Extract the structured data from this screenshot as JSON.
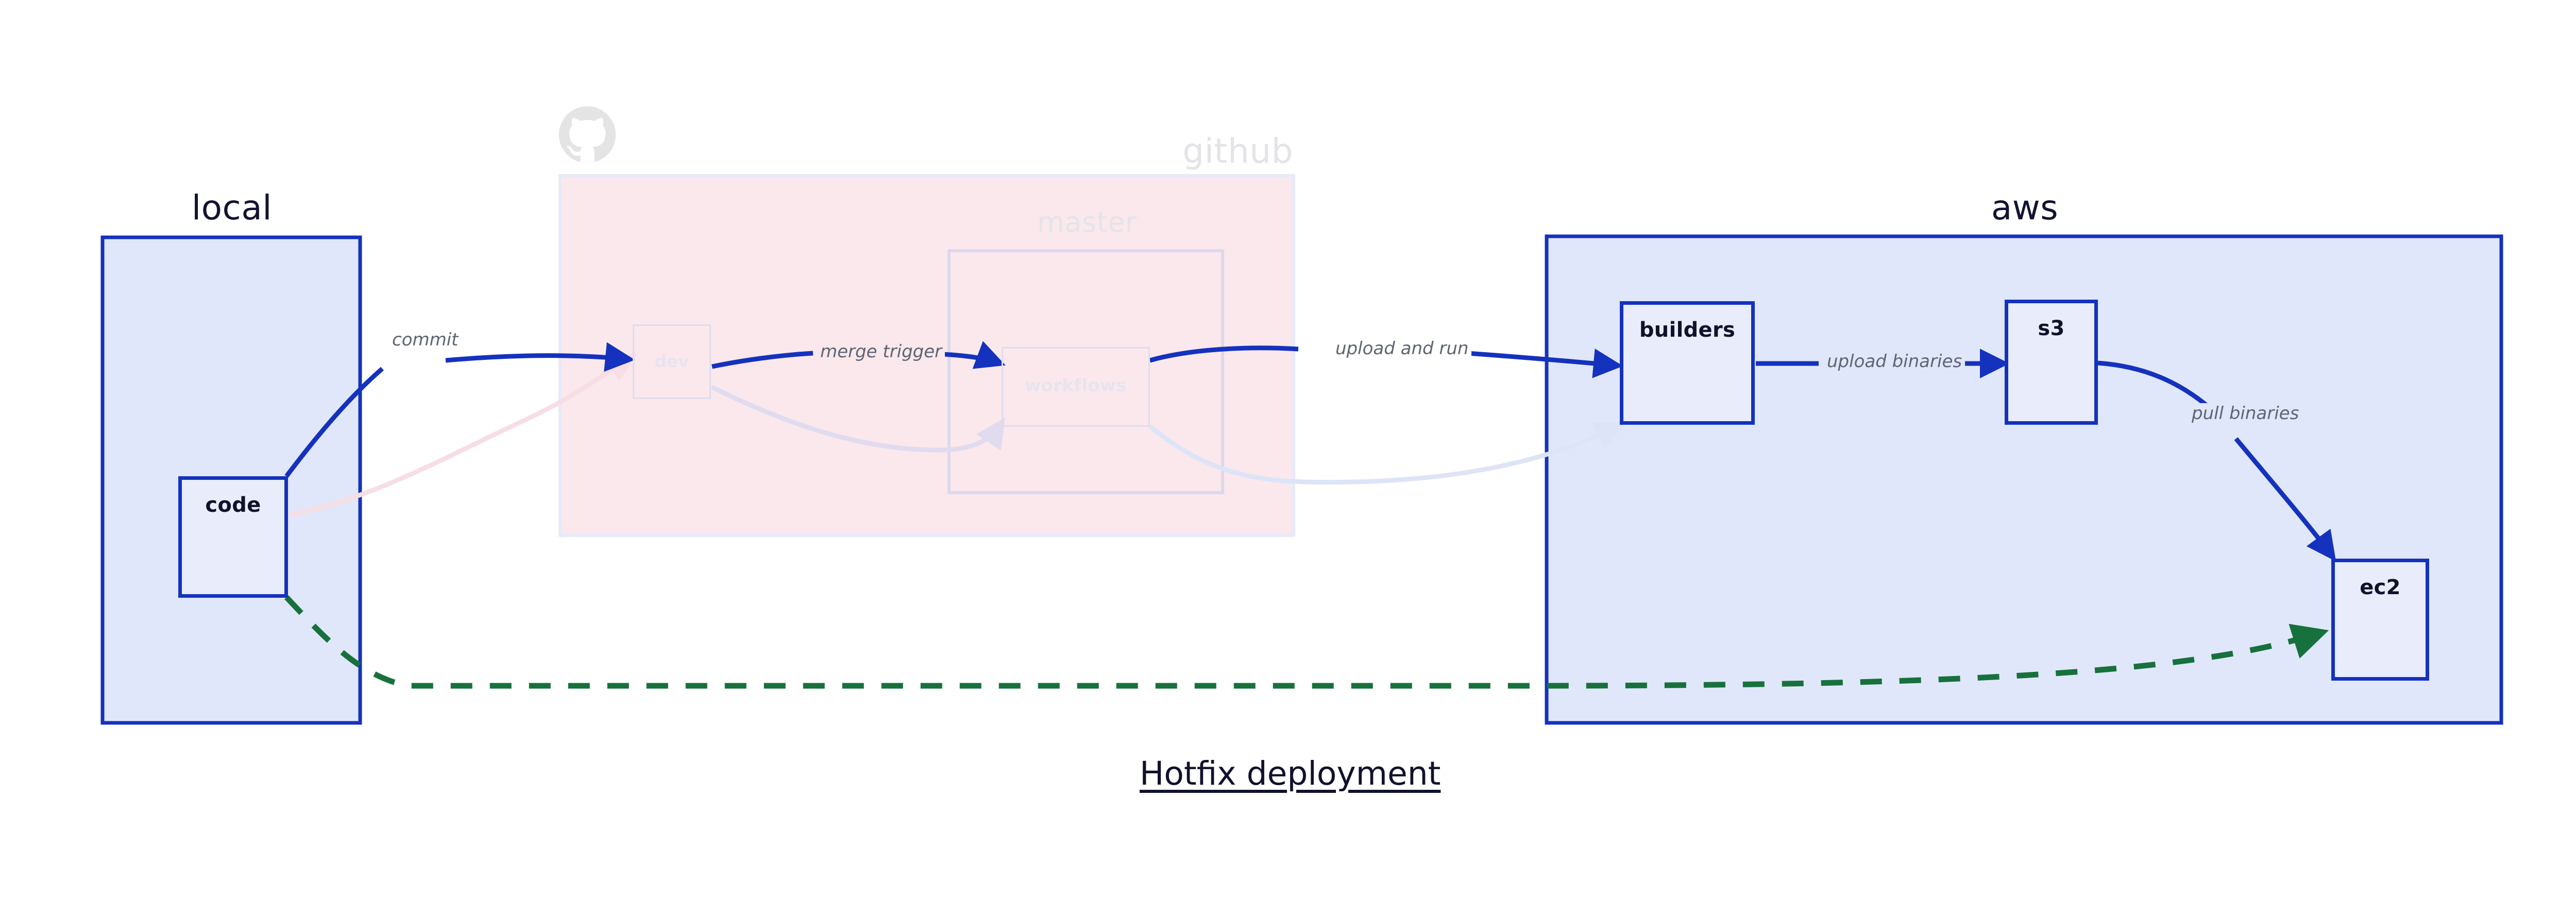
{
  "diagram": {
    "title": "Hotfix deployment",
    "colors": {
      "cluster_blue_border": "#1432bd",
      "cluster_blue_fill": "#e1e7fa",
      "cluster_pink_fill": "#fae8ec",
      "node_fill": "#e9edfb",
      "edge_blue": "#1432bd",
      "edge_green": "#17713c",
      "label_text": "#5e6472",
      "title_text": "#10112b",
      "faded_text": "#e4e4e8",
      "codebuild_icon": "#3f48cc",
      "s3_icon": "#3f8624",
      "ec2_icon": "#dd6b10",
      "gopher": "#5fd0dd"
    }
  },
  "clusters": [
    {
      "id": "local",
      "label": "local",
      "faded": false
    },
    {
      "id": "github",
      "label": "github",
      "faded": true
    },
    {
      "id": "master",
      "label": "master",
      "faded": true
    },
    {
      "id": "aws",
      "label": "aws",
      "faded": false
    }
  ],
  "nodes": [
    {
      "id": "code",
      "label": "code",
      "icon": "go-gopher-icon",
      "faded": false
    },
    {
      "id": "dev",
      "label": "dev",
      "icon": "none",
      "faded": true
    },
    {
      "id": "workflows",
      "label": "workflows",
      "icon": "none",
      "faded": true
    },
    {
      "id": "builders",
      "label": "builders",
      "icon": "aws-codebuild-icon",
      "faded": false
    },
    {
      "id": "s3",
      "label": "s3",
      "icon": "aws-s3-glacier-icon",
      "faded": false
    },
    {
      "id": "ec2",
      "label": "ec2",
      "icon": "aws-ec2-chip-icon",
      "faded": false
    }
  ],
  "edges": [
    {
      "id": "code-dev",
      "from": "code",
      "to": "dev",
      "label": "commit",
      "style": "solid",
      "color": "#1432bd",
      "faded": false
    },
    {
      "id": "dev-workflows",
      "from": "dev",
      "to": "workflows",
      "label": "merge trigger",
      "style": "solid",
      "color": "#1432bd",
      "faded": false
    },
    {
      "id": "workflows-builders",
      "from": "workflows",
      "to": "builders",
      "label": "upload and run",
      "style": "solid",
      "color": "#1432bd",
      "faded": false
    },
    {
      "id": "builders-s3",
      "from": "builders",
      "to": "s3",
      "label": "upload binaries",
      "style": "solid",
      "color": "#1432bd",
      "faded": false
    },
    {
      "id": "s3-ec2",
      "from": "s3",
      "to": "ec2",
      "label": "pull binaries",
      "style": "solid",
      "color": "#1432bd",
      "faded": false
    },
    {
      "id": "code-ec2-hotfix",
      "from": "code",
      "to": "ec2",
      "label": "",
      "style": "dashed",
      "color": "#17713c",
      "faded": false
    },
    {
      "id": "code-dev-faded",
      "from": "code",
      "to": "dev",
      "label": "",
      "style": "solid",
      "color": "#f6dee4",
      "faded": true
    },
    {
      "id": "dev-workflows-faded",
      "from": "dev",
      "to": "workflows",
      "label": "",
      "style": "solid",
      "color": "#e7e3f3",
      "faded": true
    },
    {
      "id": "workflows-builders-faded",
      "from": "workflows",
      "to": "builders",
      "label": "",
      "style": "solid",
      "color": "#e3e8f8",
      "faded": true
    }
  ]
}
